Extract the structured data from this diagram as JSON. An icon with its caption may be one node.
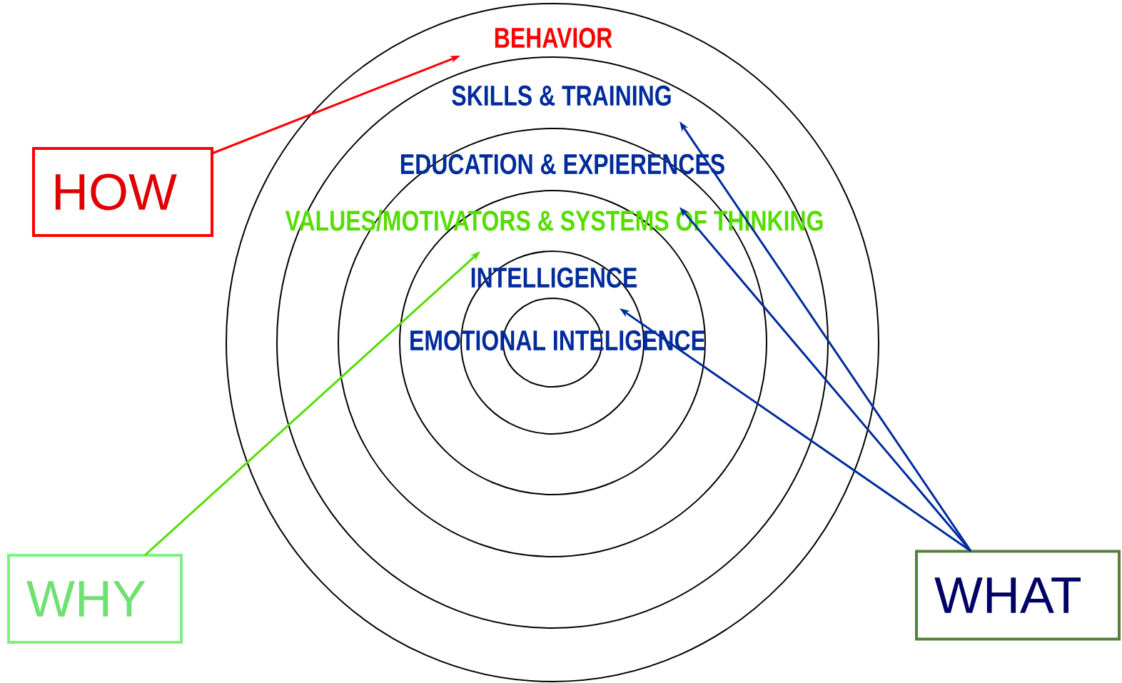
{
  "diagram": {
    "nodes": [
      {
        "text": [
          "BEHAVIOR"
        ]
      },
      {
        "text": [
          "SKILLS & TRAINING"
        ],
        "in": 0
      },
      {
        "text": [
          "EDUCATION & EXPIERENCES"
        ],
        "in": 1
      },
      {
        "text": [
          "VALUES/MOTIVATORS & SYSTEMS OF THINKING"
        ],
        "in": 2
      },
      {
        "text": [
          "INTELLIGENCE"
        ],
        "in": 3
      },
      {
        "text": [
          "EMOTIONAL INTELIGENCE"
        ],
        "in": 4
      },
      {
        "text": [
          "HOW"
        ]
      },
      {
        "text": [
          "WHY"
        ]
      },
      {
        "text": [
          "WHAT"
        ]
      }
    ],
    "edges": [
      {
        "from": 6,
        "to": 0,
        "arrow": "to",
        "color": "#ff0000"
      },
      {
        "from": 7,
        "to": 3,
        "arrow": "to",
        "color": "#55dd00"
      },
      {
        "from": 8,
        "to": 1,
        "arrow": "to"
      },
      {
        "from": 8,
        "to": 2,
        "arrow": "to"
      },
      {
        "from": 8,
        "to": 4,
        "arrow": "to"
      }
    ]
  }
}
